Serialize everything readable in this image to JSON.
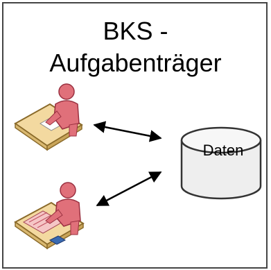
{
  "diagram": {
    "title_line1": "BKS -",
    "title_line2": "Aufgabenträger",
    "database_label": "Daten",
    "icons": {
      "top_person": "person-at-desk-icon",
      "bottom_person": "person-at-terminal-icon",
      "database": "database-cylinder-icon"
    },
    "colors": {
      "person": "#e0707a",
      "desk": "#f3d9a0",
      "database": "#eeeeee",
      "outline": "#333333"
    }
  }
}
